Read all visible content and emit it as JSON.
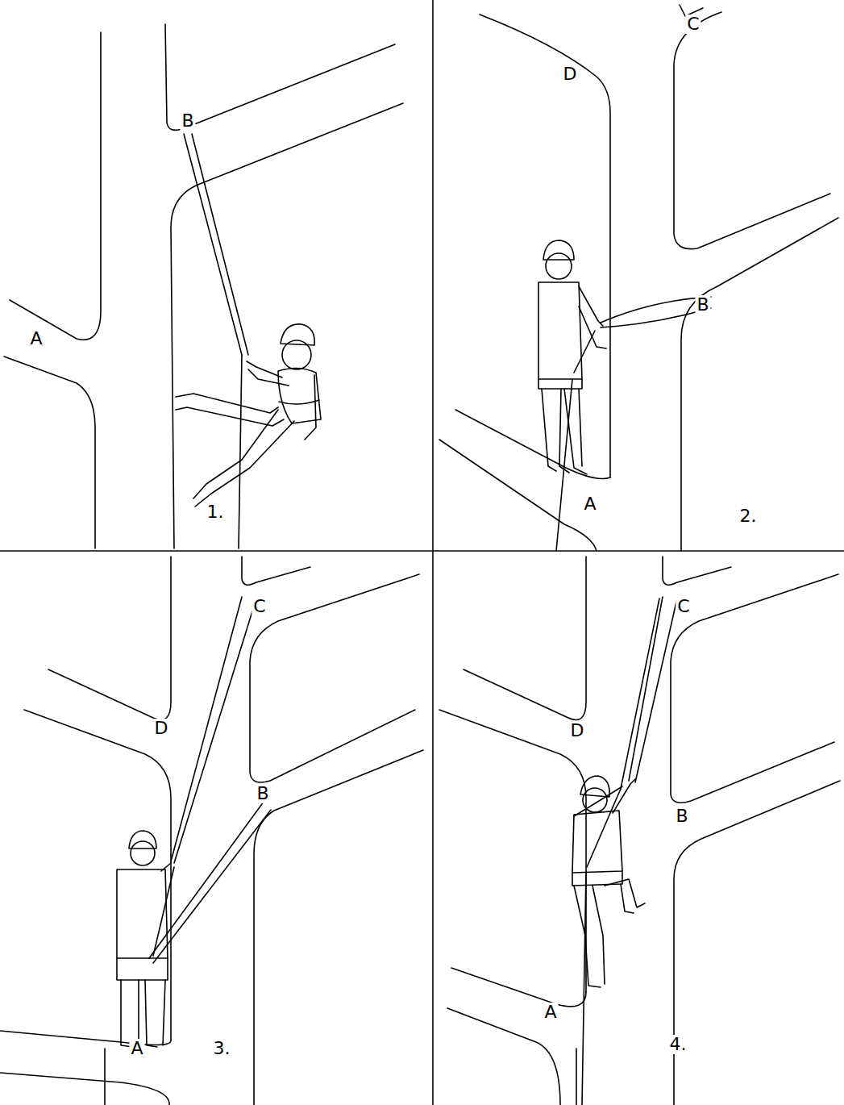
{
  "diagram": {
    "labels": [
      "B",
      "A",
      "1.",
      "C",
      "D",
      "B",
      "A",
      "2.",
      "C",
      "D",
      "B",
      "A",
      "3.",
      "C",
      "D",
      "B",
      "A",
      "4."
    ]
  }
}
